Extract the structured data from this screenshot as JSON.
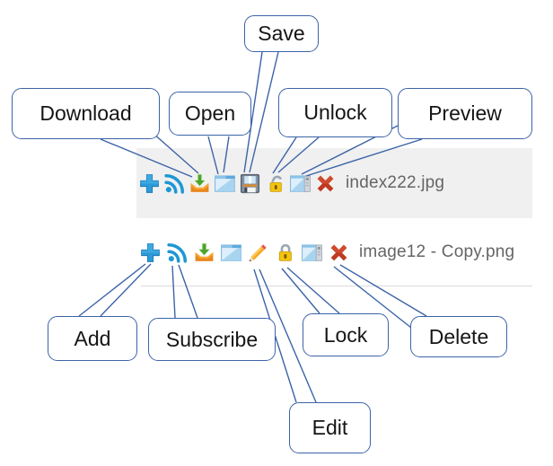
{
  "annotation": {
    "callouts": [
      {
        "id": "download",
        "label": "Download"
      },
      {
        "id": "open",
        "label": "Open"
      },
      {
        "id": "save",
        "label": "Save"
      },
      {
        "id": "unlock",
        "label": "Unlock"
      },
      {
        "id": "preview",
        "label": "Preview"
      },
      {
        "id": "add",
        "label": "Add"
      },
      {
        "id": "subscribe",
        "label": "Subscribe"
      },
      {
        "id": "lock",
        "label": "Lock"
      },
      {
        "id": "delete",
        "label": "Delete"
      },
      {
        "id": "edit",
        "label": "Edit"
      }
    ]
  },
  "file_list": {
    "rows": [
      {
        "filename": "index222.jpg",
        "highlighted": true,
        "toolbar_icons": [
          "add",
          "subscribe",
          "download",
          "open",
          "save",
          "unlock",
          "preview",
          "delete"
        ]
      },
      {
        "filename": "image12 - Copy.png",
        "highlighted": false,
        "toolbar_icons": [
          "add",
          "subscribe",
          "download",
          "open",
          "edit",
          "lock",
          "preview",
          "delete"
        ]
      }
    ]
  },
  "colors": {
    "callout_border": "#3c63a8",
    "leader_line": "#3c63a8",
    "row_highlight": "#f0f0f0",
    "divider": "#dcdcdc",
    "filename_text": "#656565",
    "add_blue": "#2e9bd8",
    "subscribe_blue": "#1e97d5",
    "download_orange": "#e8871e",
    "download_arrow_green": "#4ca42c",
    "lock_gold": "#f2c40f",
    "delete_red": "#be3a22"
  }
}
